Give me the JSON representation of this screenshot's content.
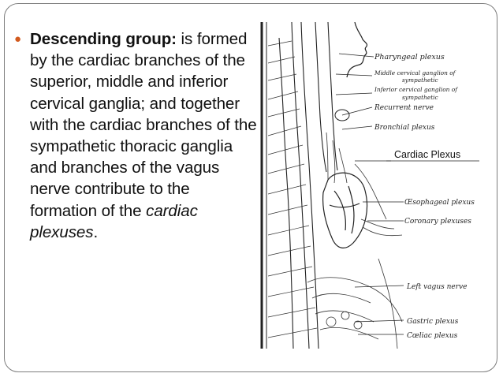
{
  "bullet": {
    "heading": "Descending group:",
    "text_part1": " is formed by the cardiac branches of the superior, middle and inferior cervical ganglia; and together with the cardiac branches of the sympathetic thoracic ganglia and branches of the vagus nerve contribute to the formation of the ",
    "emphasis": "cardiac plexuses",
    "text_end": ".",
    "marker_color": "#d25a1e"
  },
  "figure": {
    "labels": {
      "pharyngeal": "Pharyngeal plexus",
      "middle_cervical_1": "Middle cervical ganglion of",
      "middle_cervical_2": "sympathetic",
      "inferior_cervical_1": "Inferior cervical ganglion of",
      "inferior_cervical_2": "sympathetic",
      "recurrent": "Recurrent nerve",
      "bronchial": "Bronchial plexus",
      "cardiac": "Cardiac Plexus",
      "oesophageal": "Œsophageal plexus",
      "coronary": "Coronary plexuses",
      "left_vagus": "Left vagus nerve",
      "gastric": "Gastric plexus",
      "coeliac": "Cœliac plexus"
    }
  }
}
